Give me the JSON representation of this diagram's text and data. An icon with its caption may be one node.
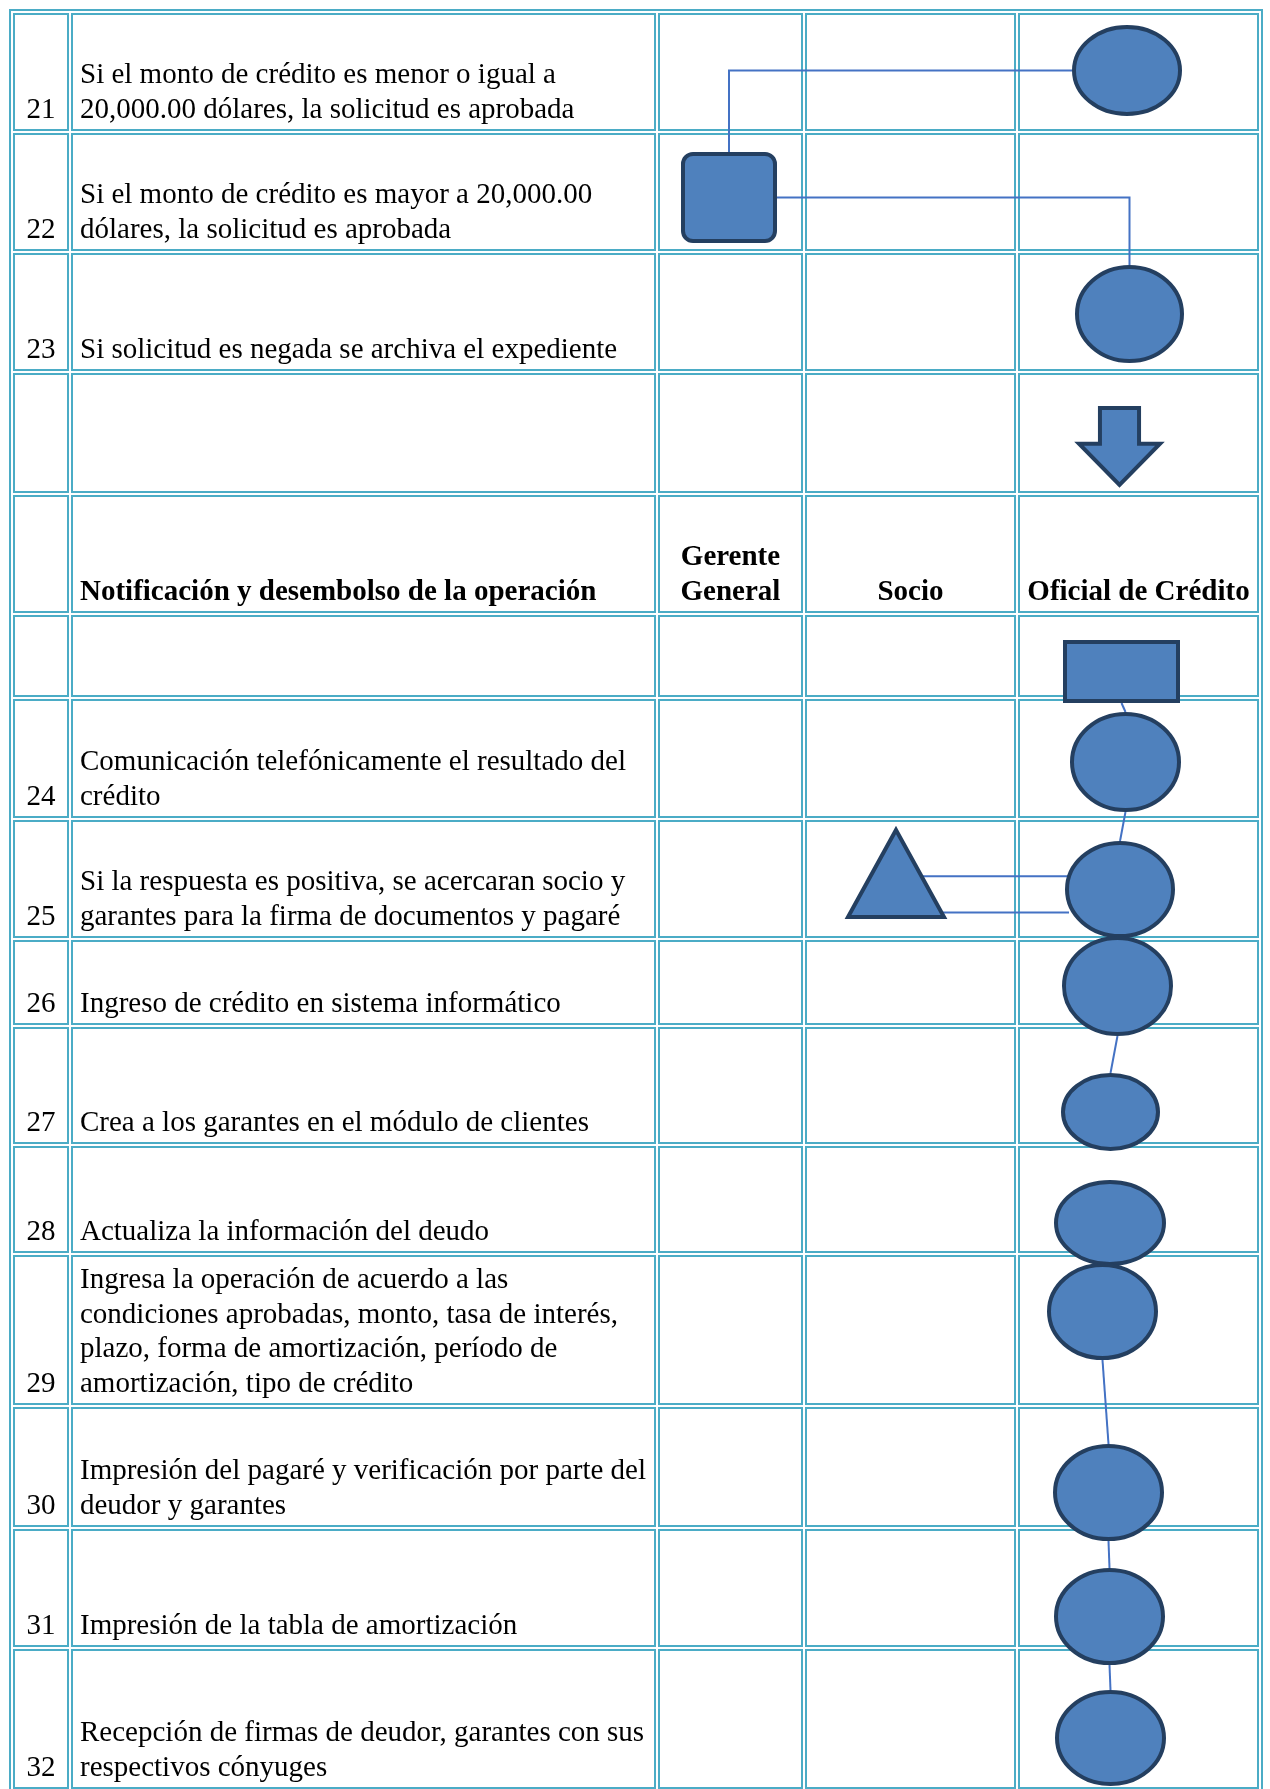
{
  "diagram": {
    "nodes": [
      {
        "text": [],
        "shape": "circle"
      },
      {
        "text": [],
        "shape": "box"
      },
      {
        "text": [],
        "shape": "circle"
      },
      {
        "text": [],
        "shape": "arrow"
      },
      {
        "text": [],
        "shape": "box"
      },
      {
        "text": [],
        "shape": "circle"
      },
      {
        "text": [],
        "shape": "triangle"
      },
      {
        "text": [],
        "shape": "circle"
      },
      {
        "text": [],
        "shape": "circle"
      },
      {
        "text": [],
        "shape": "circle"
      },
      {
        "text": [],
        "shape": "circle"
      },
      {
        "text": [],
        "shape": "circle"
      },
      {
        "text": [],
        "shape": "circle"
      },
      {
        "text": [],
        "shape": "circle"
      },
      {
        "text": [],
        "shape": "circle"
      }
    ],
    "edges": [
      {
        "from": 0,
        "to": 1,
        "arrow": "none"
      },
      {
        "from": 1,
        "to": 2,
        "arrow": "none"
      },
      {
        "from": 4,
        "to": 5,
        "arrow": "none"
      },
      {
        "from": 5,
        "to": 7,
        "arrow": "none"
      },
      {
        "from": 6,
        "to": 7,
        "arrow": "none"
      },
      {
        "from": 6,
        "to": 7,
        "arrow": "none"
      },
      {
        "from": 8,
        "to": 9,
        "arrow": "none"
      },
      {
        "from": 11,
        "to": 12,
        "arrow": "none"
      },
      {
        "from": 12,
        "to": 13,
        "arrow": "none"
      },
      {
        "from": 13,
        "to": 14,
        "arrow": "none"
      }
    ],
    "labels": [
      "21",
      "Si el monto de crédito es menor o igual a 20,000.00 dólares, la solicitud es aprobada",
      "22",
      "Si el monto de crédito es mayor a 20,000.00 dólares, la solicitud es aprobada",
      "23",
      "Si solicitud es negada se archiva el expediente",
      "Notificación y desembolso de la operación",
      "Gerente General",
      "Socio",
      "Oficial de Crédito",
      "24",
      "Comunicación telefónicamente el resultado del crédito",
      "25",
      "Si la respuesta es positiva, se acercaran socio y garantes para la firma de documentos y pagaré",
      "26",
      "Ingreso de crédito en sistema informático",
      "27",
      "Crea a los garantes en el módulo de clientes",
      "28",
      "Actualiza la información del deudo",
      "29",
      "Ingresa la operación de acuerdo a las condiciones aprobadas, monto, tasa de interés, plazo, forma de amortización, período de amortización, tipo de crédito",
      "30",
      "Impresión del pagaré y verificación por parte del deudor y garantes",
      "31",
      "Impresión de la tabla de amortización",
      "32",
      "Recepción de firmas de deudor, garantes con sus respectivos cónyuges"
    ]
  }
}
